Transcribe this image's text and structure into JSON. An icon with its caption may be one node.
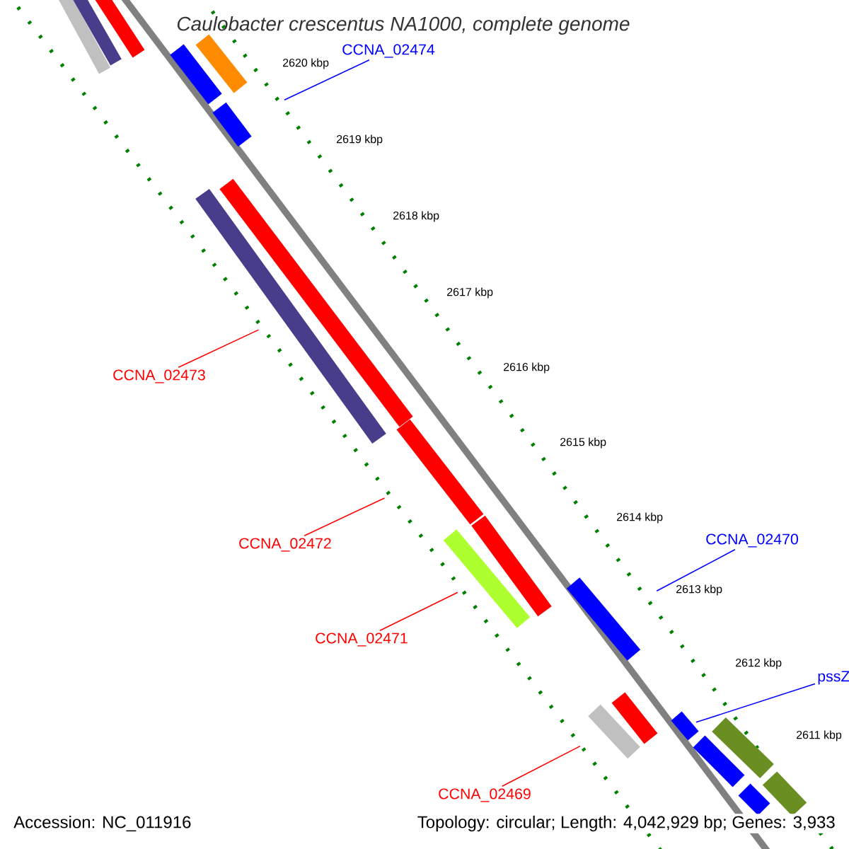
{
  "diagram": {
    "title": "Caulobacter crescentus NA1000, complete genome",
    "nodes": [
      {
        "text": [
          "CCNA_02474"
        ]
      },
      {
        "text": [],
        "shape": "bar"
      },
      {
        "text": [
          "CCNA_02473"
        ]
      },
      {
        "text": [],
        "shape": "bar"
      },
      {
        "text": [
          "CCNA_02472"
        ]
      },
      {
        "text": [],
        "shape": "bar"
      },
      {
        "text": [
          "CCNA_02470"
        ]
      },
      {
        "text": [],
        "shape": "bar"
      },
      {
        "text": [
          "CCNA_02471"
        ]
      },
      {
        "text": [],
        "shape": "bar"
      },
      {
        "text": [
          "pssZ"
        ]
      },
      {
        "text": [],
        "shape": "bar"
      },
      {
        "text": [
          "CCNA_02469"
        ]
      },
      {
        "text": [],
        "shape": "bar"
      },
      {
        "text": [],
        "shape": "bar"
      }
    ],
    "edges": [
      {
        "from": 0,
        "to": 1,
        "arrow": "none",
        "color": "#0000ff"
      },
      {
        "from": 2,
        "to": 3,
        "arrow": "none"
      },
      {
        "from": 4,
        "to": 5,
        "arrow": "none"
      },
      {
        "from": 6,
        "to": 7,
        "arrow": "none",
        "color": "#0000ff"
      },
      {
        "from": 8,
        "to": 9,
        "arrow": "none"
      },
      {
        "from": 10,
        "to": 11,
        "arrow": "none",
        "color": "#0000ff"
      },
      {
        "from": 12,
        "to": 13,
        "arrow": "none"
      }
    ],
    "labels": [
      "2620 kbp",
      "2619 kbp",
      "2618 kbp",
      "2617 kbp",
      "2616 kbp",
      "2615 kbp",
      "2614 kbp",
      "2613 kbp",
      "2612 kbp",
      "2611 kbp",
      "Accession: NC_011916",
      "Topology: circular; Length: 4,042,929 bp; Genes: 3,933"
    ]
  }
}
